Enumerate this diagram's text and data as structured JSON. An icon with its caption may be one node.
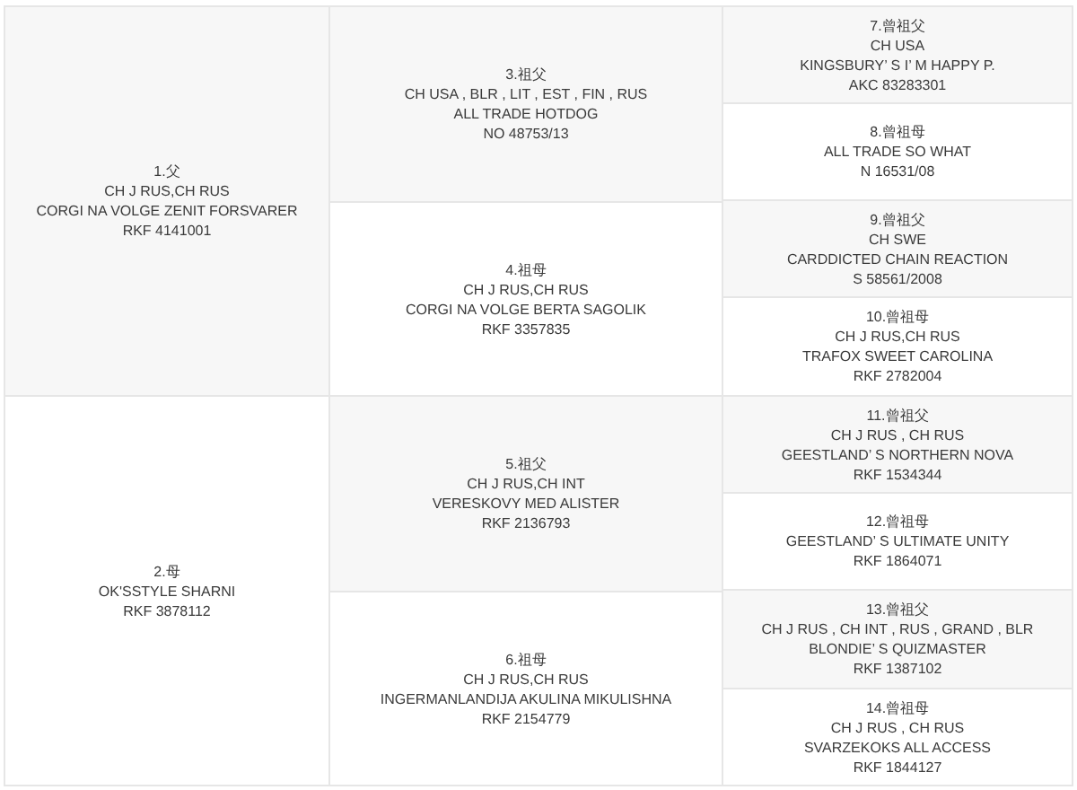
{
  "diagram": {
    "nodes": [
      {
        "text": [
          "1.父",
          "CH J RUS,CH RUS",
          "CORGI NA VOLGE ZENIT FORSVARER",
          "RKF 4141001"
        ]
      },
      {
        "text": [
          "2.母",
          "OK'SSTYLE SHARNI",
          "RKF 3878112"
        ]
      },
      {
        "text": [
          "3.祖父",
          "CH USA , BLR , LIT , EST , FIN , RUS",
          "ALL TRADE HOTDOG",
          "NO 48753/13"
        ]
      },
      {
        "text": [
          "4.祖母",
          "CH J RUS,CH RUS",
          "CORGI NA VOLGE BERTA SAGOLIK",
          "RKF 3357835"
        ]
      },
      {
        "text": [
          "5.祖父",
          "CH J RUS,CH INT",
          "VERESKOVY MED ALISTER",
          "RKF 2136793"
        ]
      },
      {
        "text": [
          "6.祖母",
          "CH J RUS,CH RUS",
          "INGERMANLANDIJA AKULINA MIKULISHNA",
          "RKF 2154779"
        ]
      },
      {
        "text": [
          "7.曾祖父",
          "CH USA",
          "KINGSBURY’ S I’ M HAPPY P.",
          "AKC 83283301"
        ]
      },
      {
        "text": [
          "8.曾祖母",
          "ALL TRADE SO WHAT",
          "N 16531/08"
        ]
      },
      {
        "text": [
          "9.曾祖父",
          "CH SWE",
          "CARDDICTED CHAIN REACTION",
          "S 58561/2008"
        ]
      },
      {
        "text": [
          "10.曾祖母",
          "CH J RUS,CH RUS",
          "TRAFOX SWEET CAROLINA",
          "RKF 2782004"
        ]
      },
      {
        "text": [
          "11.曾祖父",
          "CH J RUS , CH RUS",
          "GEESTLAND’ S NORTHERN NOVA",
          "RKF 1534344"
        ]
      },
      {
        "text": [
          "12.曾祖母",
          "GEESTLAND’ S ULTIMATE UNITY",
          "RKF 1864071"
        ]
      },
      {
        "text": [
          "13.曾祖父",
          "CH J RUS , CH INT , RUS , GRAND , BLR",
          "BLONDIE’ S QUIZMASTER",
          "RKF 1387102"
        ]
      },
      {
        "text": [
          "14.曾祖母",
          "CH J RUS , CH RUS",
          "SVARZEKOKS ALL ACCESS",
          "RKF 1844127"
        ]
      }
    ]
  }
}
